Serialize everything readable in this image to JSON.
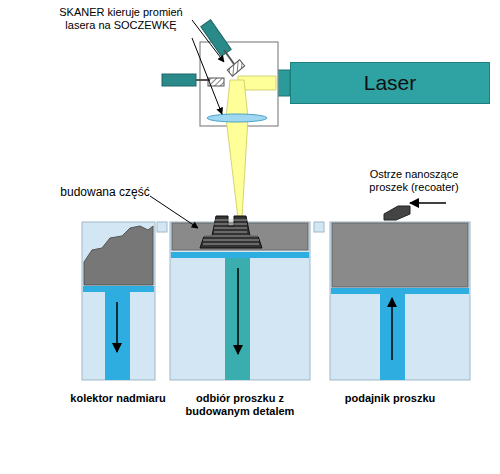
{
  "diagram": {
    "nodes": [
      {
        "text": [
          "Laser"
        ]
      }
    ],
    "labels": [
      "SKANER kieruje promień lasera na SOCZEWKĘ",
      "budowana część",
      "Ostrze nanoszące proszek (recoater)",
      "kolektor nadmiaru",
      "odbiór proszku z budowanym detalem",
      "podajnik proszku"
    ]
  }
}
